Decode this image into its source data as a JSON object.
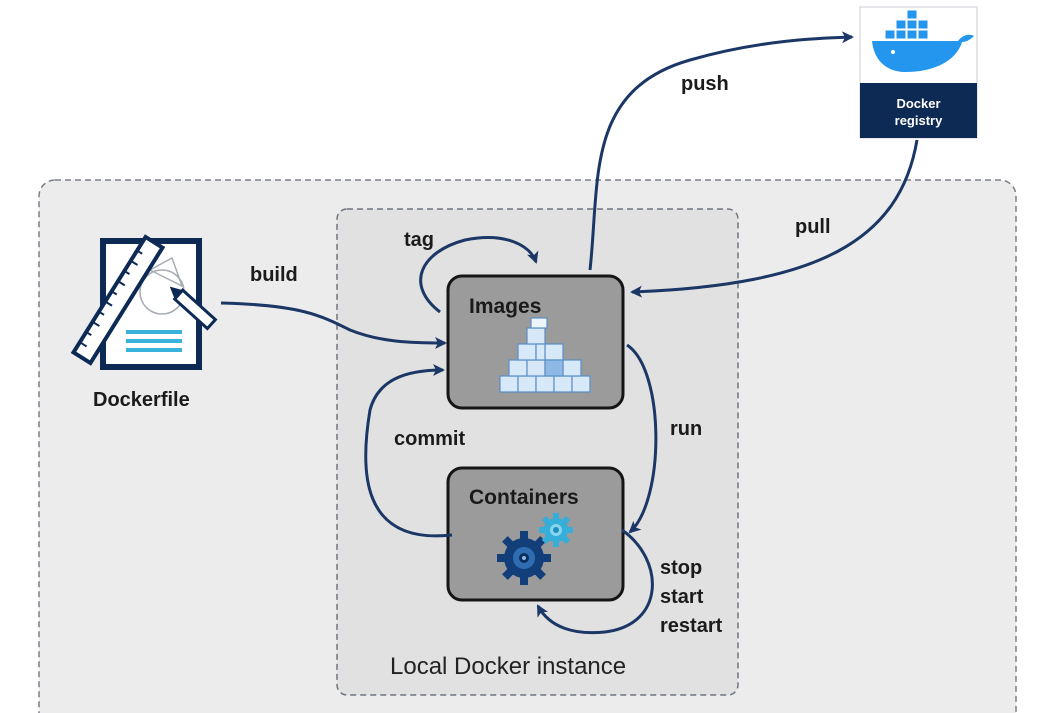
{
  "diagram": {
    "registry": {
      "line1": "Docker",
      "line2": "registry",
      "icon": "docker-whale-icon",
      "color": "#0d2a55"
    },
    "dockerfile": {
      "label": "Dockerfile",
      "icon": "dockerfile-document-icon"
    },
    "images_box": {
      "title": "Images",
      "icon": "image-layers-cubes-icon"
    },
    "containers_box": {
      "title": "Containers",
      "icon": "gears-icon"
    },
    "local_instance": {
      "label": "Local Docker instance"
    },
    "arrows": {
      "push": "push",
      "pull": "pull",
      "build": "build",
      "tag": "tag",
      "run": "run",
      "commit": "commit",
      "stop": "stop",
      "start": "start",
      "restart": "restart"
    },
    "colors": {
      "arrow": "#1b3766",
      "outer_bg": "#ececec",
      "inner_bg": "#e0e0e0",
      "box_fill": "#9a9a9a",
      "dark_blue": "#0d2a55",
      "light_blue": "#3ab3dc",
      "mid_blue": "#4a8dd4"
    }
  }
}
